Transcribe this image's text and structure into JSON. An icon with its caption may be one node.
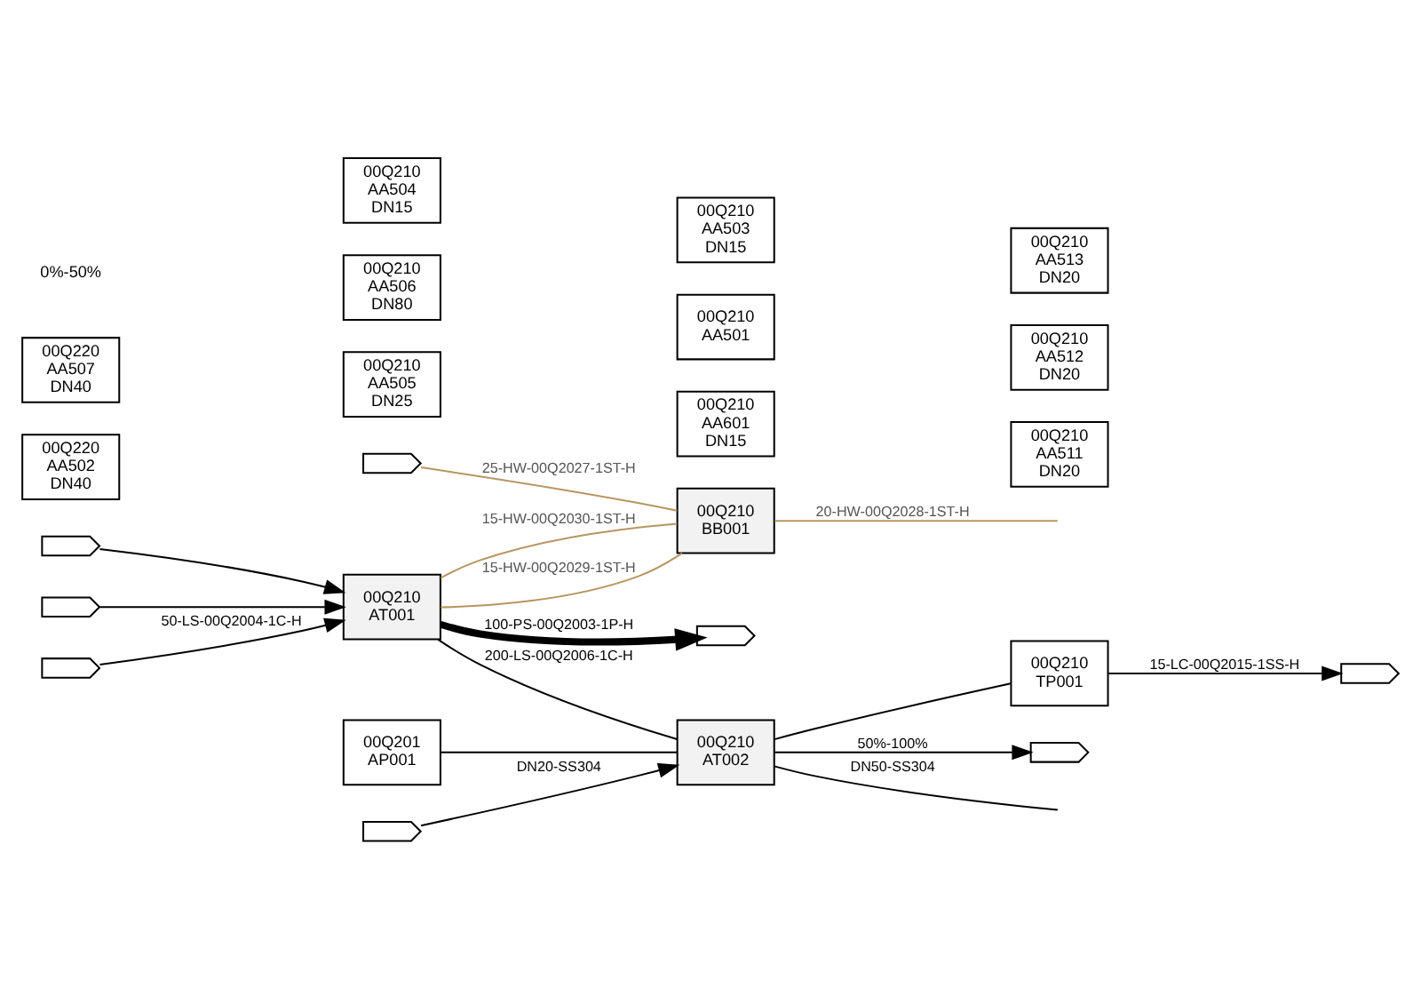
{
  "diagram": {
    "nodes": [
      {
        "text": [],
        "shape": "box"
      },
      {
        "text": [],
        "shape": "box"
      },
      {
        "text": [],
        "shape": "box"
      },
      {
        "text": [
          "00Q220",
          "AA502",
          "DN40"
        ]
      },
      {
        "text": [
          "00Q220",
          "AA507",
          "DN40"
        ]
      },
      {
        "text": [
          "00Q210",
          "AT001"
        ]
      },
      {
        "text": [
          "00Q210",
          "AT002"
        ]
      },
      {
        "text": [
          "00Q201",
          "AP001"
        ]
      },
      {
        "text": [],
        "shape": "box"
      },
      {
        "text": [
          "00Q210",
          "BB001"
        ]
      },
      {
        "text": [
          "00Q210",
          "AA505",
          "DN25"
        ]
      },
      {
        "text": [
          "00Q210",
          "AA506",
          "DN80"
        ]
      },
      {
        "text": [
          "00Q210",
          "AA504",
          "DN15"
        ]
      },
      {
        "text": [
          "00Q210",
          "AA601",
          "DN15"
        ]
      },
      {
        "text": [
          "00Q210",
          "AA501"
        ]
      },
      {
        "text": [
          "00Q210",
          "AA503",
          "DN15"
        ]
      },
      {
        "text": [
          "00Q210",
          "AA511",
          "DN20"
        ]
      },
      {
        "text": [
          "00Q210",
          "TP001"
        ]
      },
      {
        "text": [
          "00Q210",
          "AA512",
          "DN20"
        ]
      },
      {
        "text": [
          "00Q210",
          "AA513",
          "DN20"
        ]
      },
      {
        "text": [],
        "shape": "box"
      },
      {
        "text": [],
        "shape": "box"
      },
      {
        "text": [],
        "shape": "box"
      },
      {
        "text": [],
        "shape": "box"
      }
    ],
    "edges": [
      {
        "from": 0,
        "to": 5,
        "arrow": "to"
      },
      {
        "from": 1,
        "to": 5,
        "arrow": "to"
      },
      {
        "from": 2,
        "to": 5,
        "label": "50-LS-00Q2004-1C-H",
        "arrow": "to"
      },
      {
        "from": 5,
        "to": 6,
        "label": "200-LS-00Q2006-1C-H",
        "arrow": "none"
      },
      {
        "from": 8,
        "to": 9,
        "label": "25-HW-00Q2027-1ST-H",
        "arrow": "none",
        "color": "#b8955f"
      },
      {
        "from": 5,
        "to": 9,
        "label": "15-HW-00Q2030-1ST-H",
        "arrow": "none",
        "color": "#b8955f"
      },
      {
        "from": 5,
        "to": 9,
        "label": "15-HW-00Q2029-1ST-H",
        "arrow": "none",
        "color": "#b8955f"
      },
      {
        "from": 9,
        "to": null,
        "label": "20-HW-00Q2028-1ST-H",
        "arrow": "none",
        "color": "#b8955f"
      },
      {
        "from": 6,
        "to": null,
        "label": "DN50-SS304",
        "arrow": "none"
      },
      {
        "from": 7,
        "to": 6,
        "arrow": "none"
      },
      {
        "from": 6,
        "to": 20,
        "label": "50%-100%",
        "arrow": "to"
      },
      {
        "from": 21,
        "to": 6,
        "label": "DN20-SS304",
        "arrow": "to"
      },
      {
        "from": 6,
        "to": 17,
        "arrow": "none"
      },
      {
        "from": 17,
        "to": 22,
        "label": "15-LC-00Q2015-1SS-H",
        "arrow": "to"
      },
      {
        "from": 5,
        "to": 23,
        "label": "100-PS-00Q2003-1P-H",
        "arrow": "to",
        "style": "thick"
      }
    ],
    "labels": [
      "0%-50%"
    ]
  }
}
